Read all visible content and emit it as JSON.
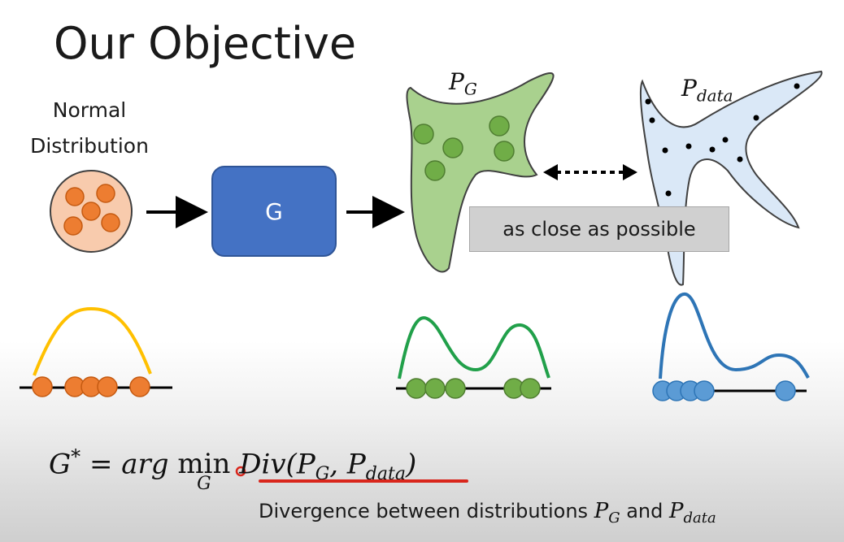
{
  "title": "Our Objective",
  "normal_label_line1": "Normal",
  "normal_label_line2": "Distribution",
  "generator_label": "G",
  "pg_label": {
    "base": "P",
    "sub": "G"
  },
  "pdata_label": {
    "base": "P",
    "sub": "data"
  },
  "close_label": "as close as possible",
  "formula": {
    "lhs": "G",
    "star": "*",
    "eq": " = ",
    "arg": "arg ",
    "min": "min",
    "min_sub": "G",
    "div": " Div(P",
    "sub1": "G",
    "comma": ", P",
    "sub2": "data",
    "close": ")"
  },
  "caption": {
    "text": "Divergence between distributions ",
    "p1": "P",
    "p1_sub": "G",
    "and": " and ",
    "p2": "P",
    "p2_sub": "data"
  },
  "colors": {
    "orange": "#ed7d31",
    "yellow_curve": "#ffc000",
    "green_fill": "#a9d18e",
    "green_dot": "#70ad47",
    "green_curve": "#21a04a",
    "blue_fill": "#dae8f7",
    "blue_curve": "#2e75b6",
    "blue_dot": "#5b9bd5",
    "generator": "#4472c4",
    "underline": "#d9261c"
  }
}
